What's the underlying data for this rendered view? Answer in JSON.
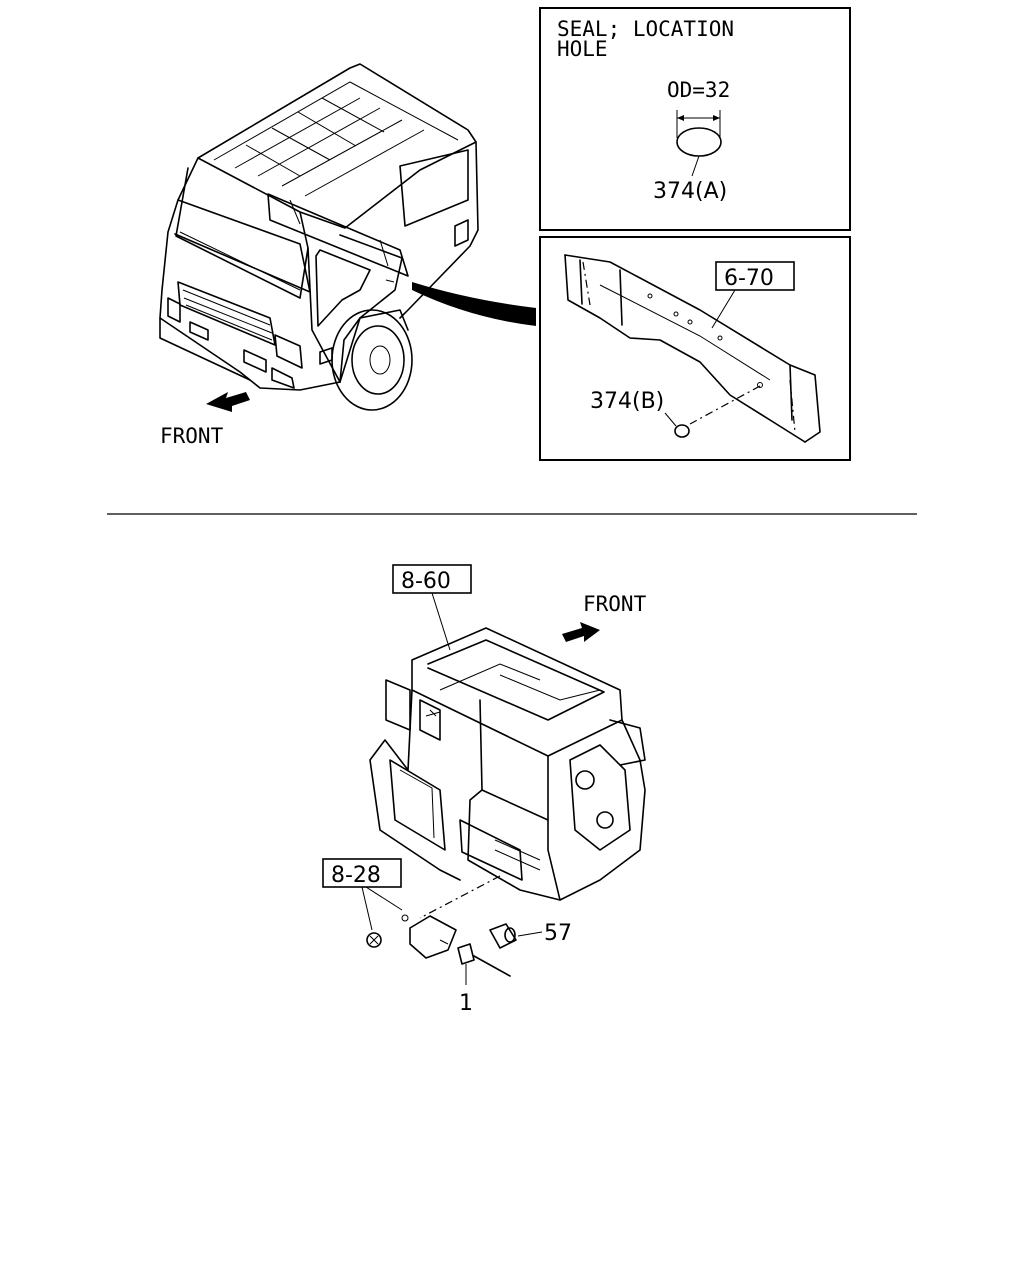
{
  "top": {
    "front_label": "FRONT",
    "inset_seal": {
      "title_line1": "SEAL; LOCATION",
      "title_line2": "HOLE",
      "dimension": "OD=32",
      "part_ref": "374(A)"
    },
    "inset_frame": {
      "ref_box": "6-70",
      "part_ref": "374(B)"
    }
  },
  "bottom": {
    "unit_ref_box": "8-60",
    "front_label": "FRONT",
    "bracket_ref_box": "8-28",
    "part_57": "57",
    "part_1": "1"
  }
}
